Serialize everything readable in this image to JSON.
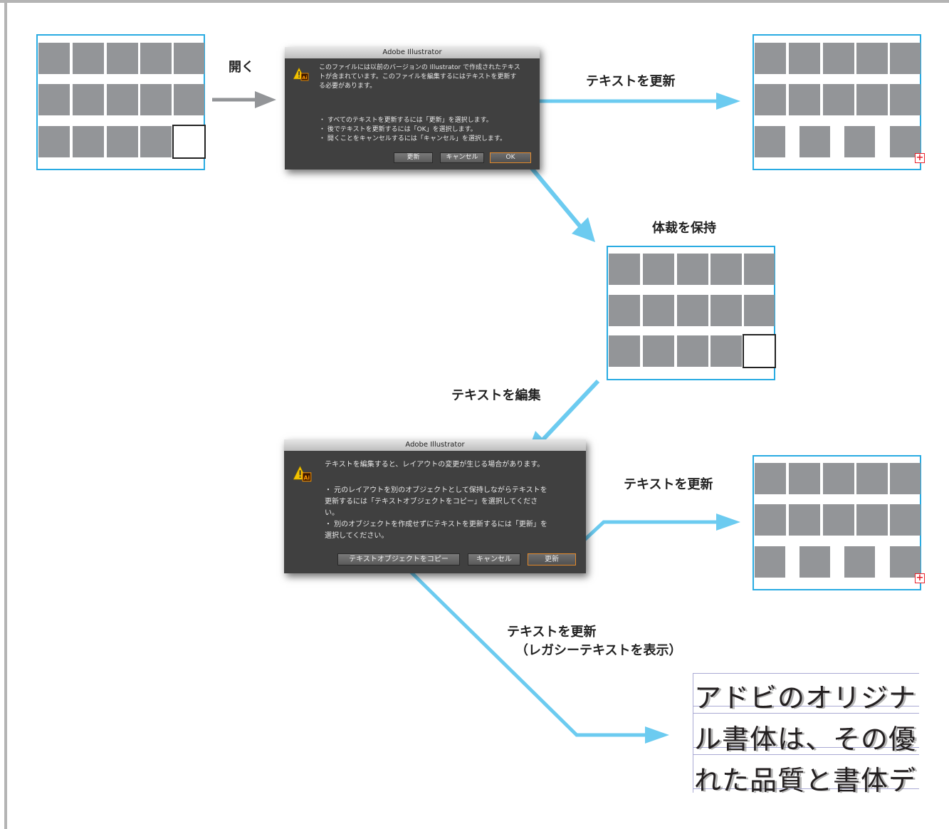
{
  "labels": {
    "open": "開く",
    "update_text_top": "テキストを更新",
    "keep_layout": "体裁を保持",
    "edit_text": "テキストを編集",
    "update_text_mid": "テキストを更新",
    "update_text_legacy_1": "テキストを更新",
    "update_text_legacy_2": "（レガシーテキストを表示）"
  },
  "dialog1": {
    "title": "Adobe Illustrator",
    "message": "このファイルには以前のバージョンの Illustrator で作成されたテキス\nトが含まれています。このファイルを編集するにはテキストを更新す\nる必要があります。",
    "bullets": "・ すべてのテキストを更新するには「更新」を選択します。\n・ 後でテキストを更新するには「OK」を選択します。\n・ 開くことをキャンセルするには「キャンセル」を選択します。",
    "buttons": {
      "update": "更新",
      "cancel": "キャンセル",
      "ok": "OK"
    }
  },
  "dialog2": {
    "title": "Adobe Illustrator",
    "message": "テキストを編集すると、レイアウトの変更が生じる場合があります。",
    "bullets": "・ 元のレイアウトを別のオブジェクトとして保持しながらテキストを\n更新するには「テキストオブジェクトをコピー」を選択してくださ\nい。\n・ 別のオブジェクトを作成せずにテキストを更新するには「更新」を\n選択してください。",
    "buttons": {
      "copy": "テキストオブジェクトをコピー",
      "cancel": "キャンセル",
      "update": "更新"
    }
  },
  "legacy_text": {
    "line1": "アドビのオリジナ",
    "line2": "ル書体は、その優",
    "line3": "れた品質と書体デ"
  },
  "colors": {
    "arrow_blue": "#6ccbf0",
    "arrow_gray": "#939598",
    "box_border": "#29abe2",
    "cell": "#939598",
    "overflow_mark": "#e8202a"
  },
  "icons": {
    "warning": "warning-triangle-ai-icon",
    "overflow": "text-overflow-plus-icon"
  }
}
